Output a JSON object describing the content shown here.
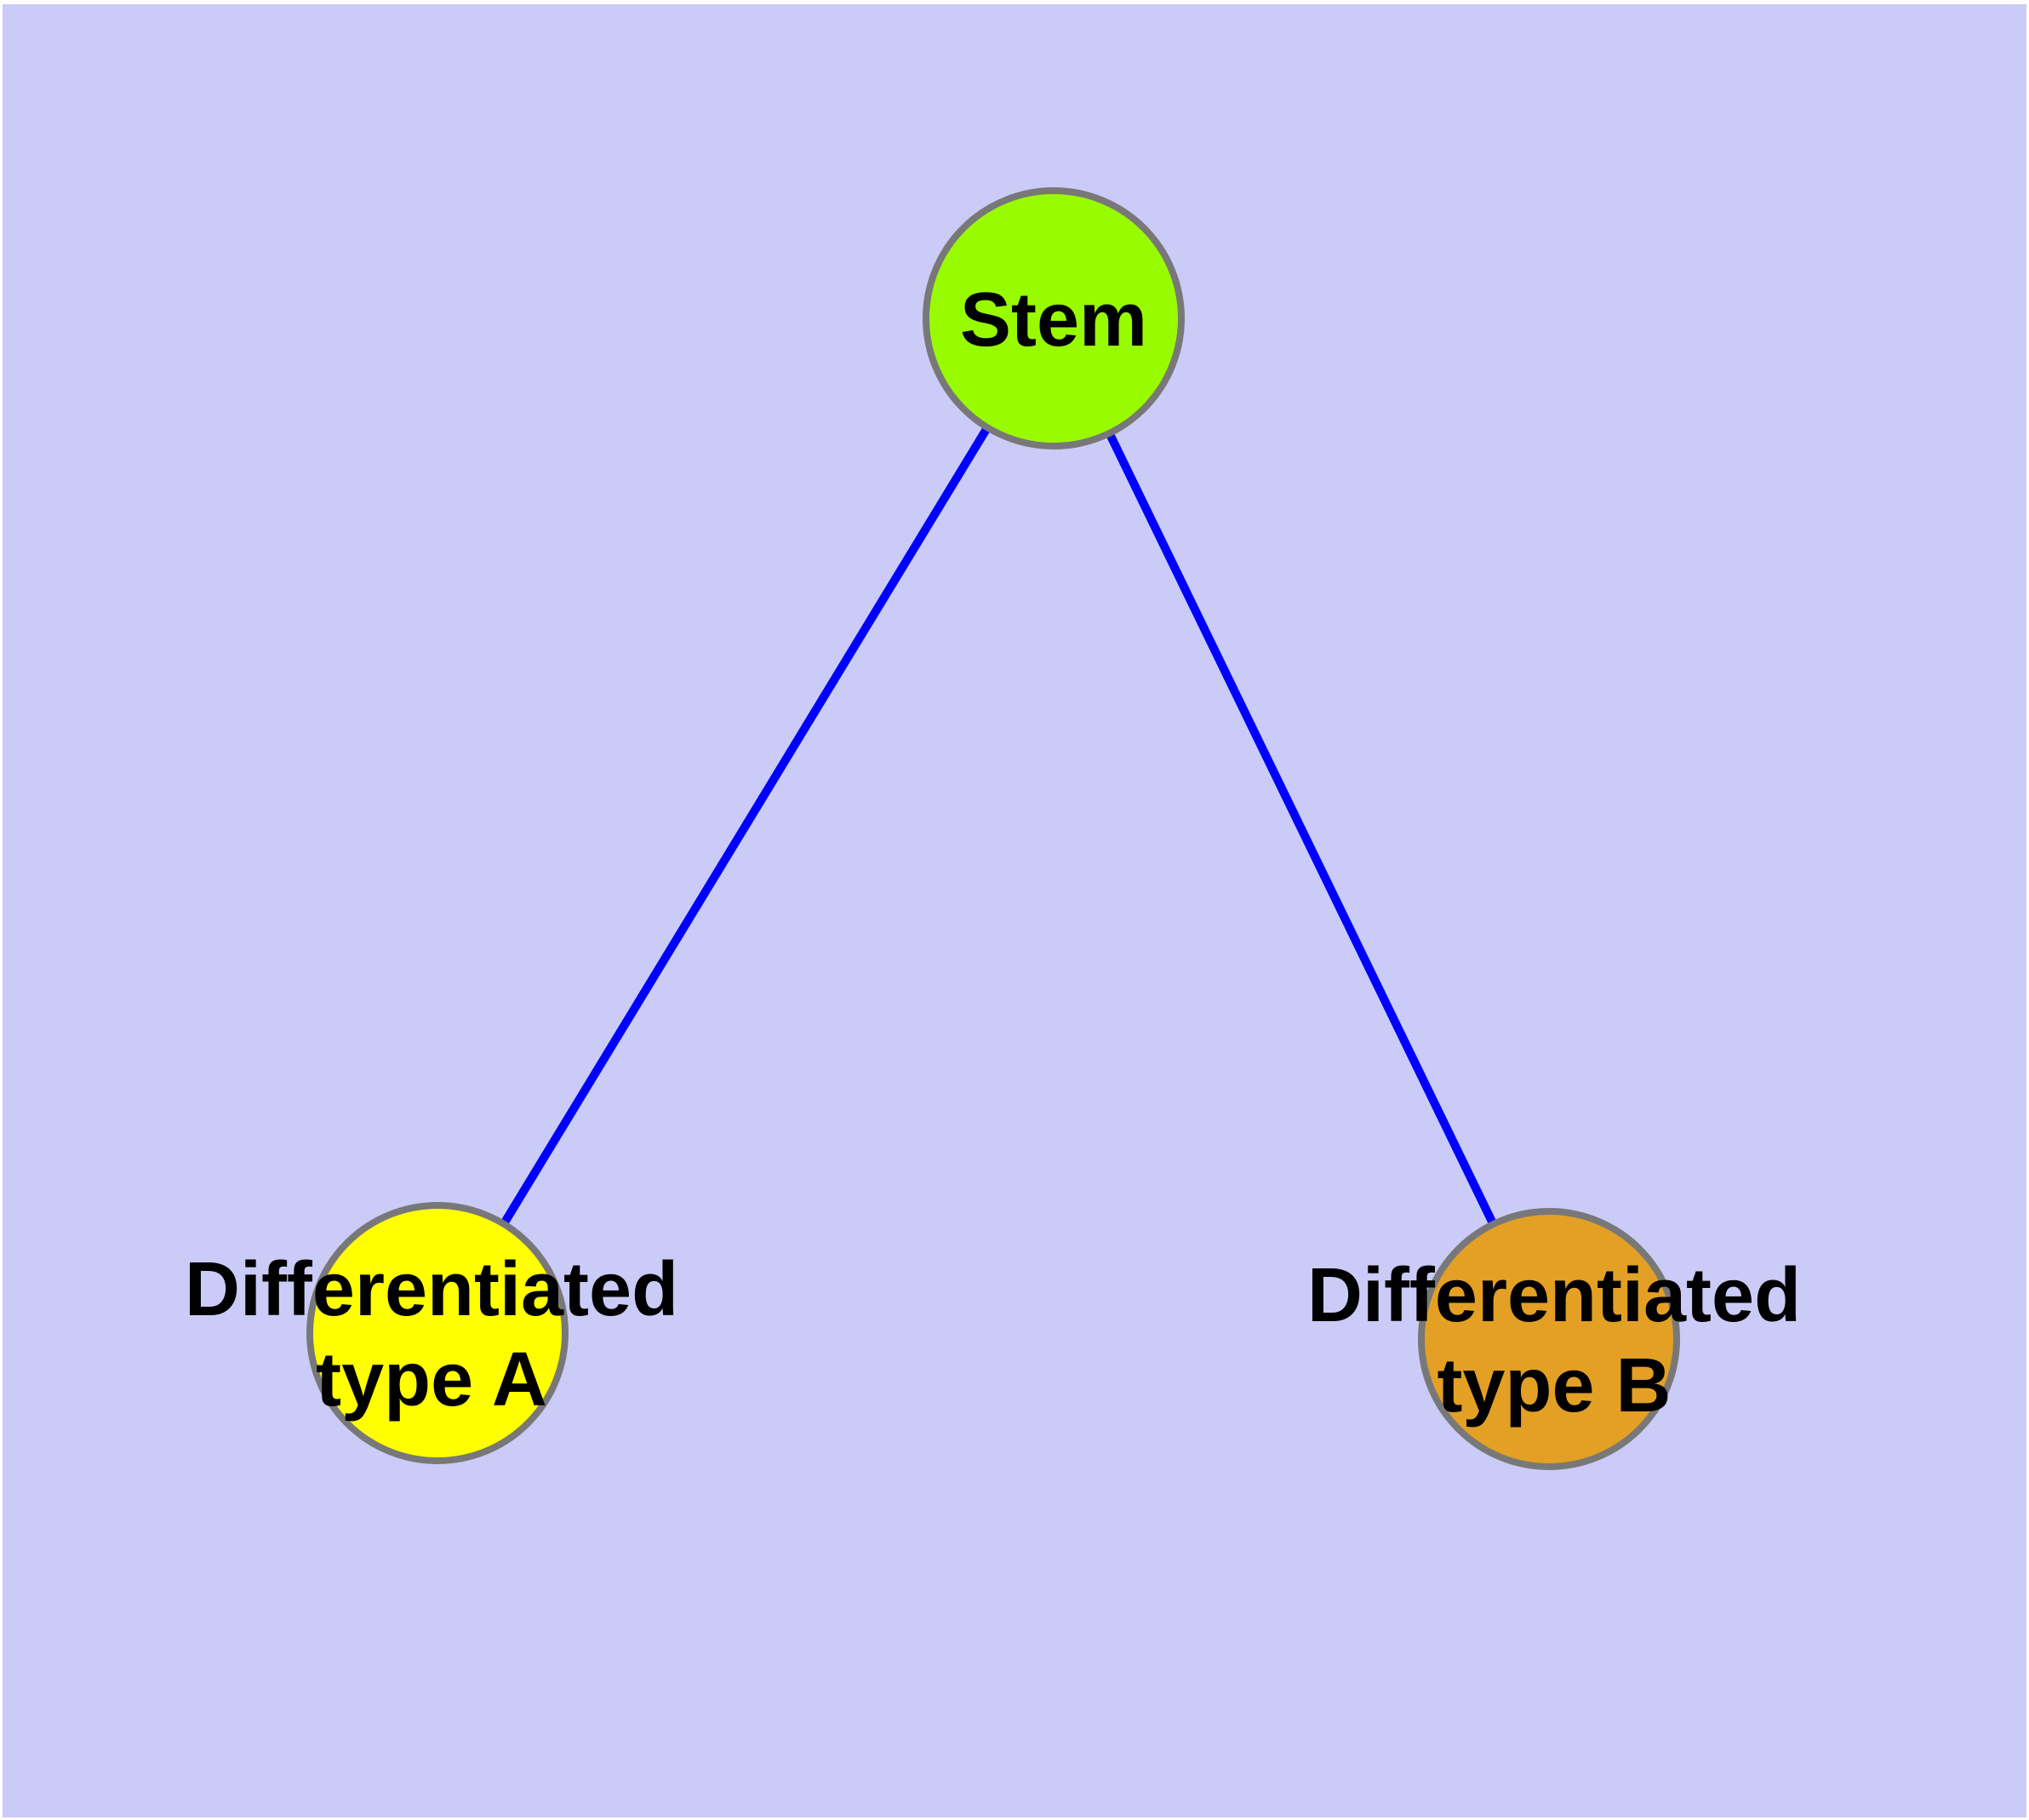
{
  "diagram": {
    "type": "graph",
    "page_background_color": "#FFFFFF",
    "background_color": "#CBCBF8",
    "edge_color": "#0000FF",
    "node_border_color": "#787878",
    "text_color": "#000000",
    "nodes": [
      {
        "id": "stem",
        "label": "Stem",
        "fill": "#99FB00"
      },
      {
        "id": "differentiated-type-a",
        "label": "Differentiated type A",
        "label_line1": "Differentiated",
        "label_line2": "type A",
        "fill": "#FFFF00"
      },
      {
        "id": "differentiated-type-b",
        "label": "Differentiated type B",
        "label_line1": "Differentiated",
        "label_line2": "type B",
        "fill": "#E3A024"
      }
    ],
    "edges": [
      {
        "from": "Stem",
        "to": "Differentiated type A"
      },
      {
        "from": "Stem",
        "to": "Differentiated type B"
      }
    ]
  }
}
